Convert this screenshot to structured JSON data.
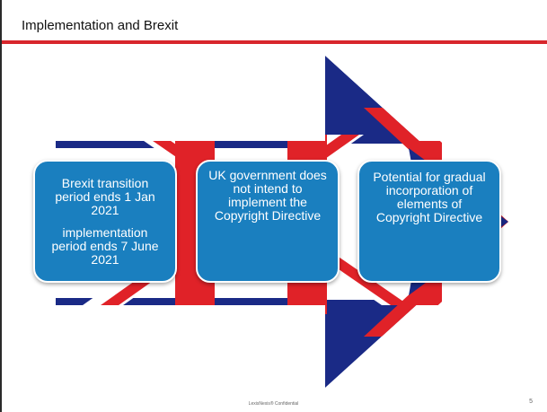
{
  "slide": {
    "title": "Implementation and Brexit",
    "footer": "LexisNexis® Confidential",
    "page_number": "5"
  },
  "boxes": [
    {
      "lines": [
        "Brexit transition period ends 1 Jan 2021",
        "implementation period ends 7 June 2021"
      ]
    },
    {
      "lines": [
        "UK government does not intend to implement the Copyright Directive"
      ]
    },
    {
      "lines": [
        "Potential for gradual incorporation of elements of Copyright Directive"
      ]
    }
  ],
  "colors": {
    "accent_red": "#d8262c",
    "flag_navy": "#1a2a86",
    "flag_red": "#e02228",
    "box_fill": "#1a7fbf"
  }
}
